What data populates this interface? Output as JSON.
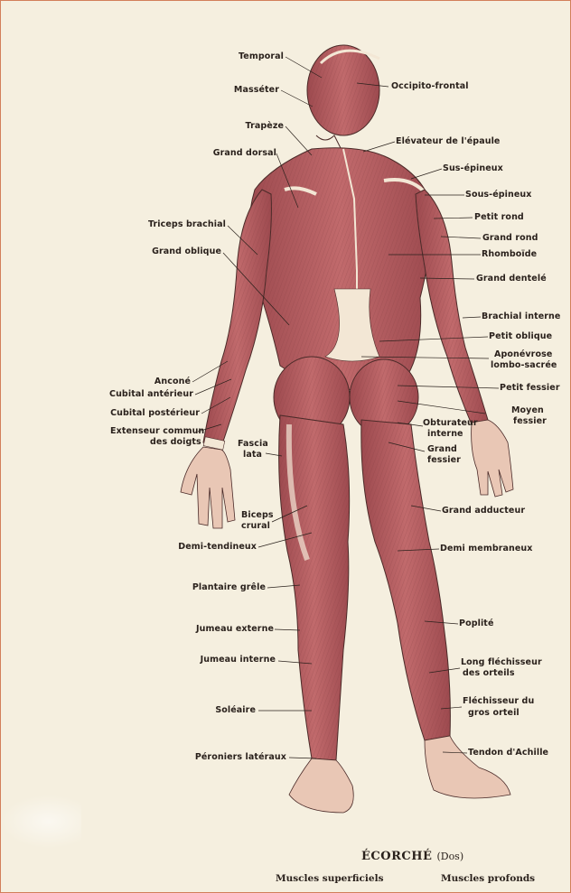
{
  "plate": {
    "title": "ÉCORCHÉ",
    "subtitle": "(Dos)",
    "caption_left": "Muscles superficiels",
    "caption_right": "Muscles profonds"
  },
  "colors": {
    "paper": "#f5efdf",
    "muscle": "#b45a5e",
    "muscle_light": "#d99a96",
    "tendon": "#f3e7d5",
    "ink": "#2a211c",
    "frame": "#d27f5a"
  },
  "labels_left": {
    "temporal": "Temporal",
    "masseter": "Masséter",
    "trapeze": "Trapèze",
    "grand_dorsal": "Grand dorsal",
    "triceps_brachial": "Triceps brachial",
    "grand_oblique": "Grand oblique",
    "ancone": "Anconé",
    "cubital_anterieur": "Cubital antérieur",
    "cubital_posterieur": "Cubital postérieur",
    "extenseur_1": "Extenseur commun",
    "extenseur_2": "des doigts",
    "fascia_1": "Fascia",
    "fascia_2": "lata",
    "biceps_1": "Biceps",
    "biceps_2": "crural",
    "demi_tendineux": "Demi-tendineux",
    "plantaire_grele": "Plantaire grêle",
    "jumeau_externe": "Jumeau externe",
    "jumeau_interne": "Jumeau interne",
    "soleaire": "Soléaire",
    "peroniers": "Péroniers latéraux"
  },
  "labels_right": {
    "occipito_frontal": "Occipito-frontal",
    "elevateur": "Elévateur de l'épaule",
    "sus_epineux": "Sus-épineux",
    "sous_epineux": "Sous-épineux",
    "petit_rond": "Petit rond",
    "grand_rond": "Grand rond",
    "rhomboide": "Rhomboïde",
    "grand_dentele": "Grand dentelé",
    "brachial_interne": "Brachial interne",
    "petit_oblique": "Petit oblique",
    "aponevrose_1": "Aponévrose",
    "aponevrose_2": "lombo-sacrée",
    "petit_fessier": "Petit fessier",
    "moyen_1": "Moyen",
    "moyen_2": "fessier",
    "obturateur_1": "Obturateur",
    "obturateur_2": "interne",
    "grand_fessier_1": "Grand",
    "grand_fessier_2": "fessier",
    "grand_adducteur": "Grand adducteur",
    "demi_membraneux": "Demi membraneux",
    "poplite": "Poplité",
    "long_flech_1": "Long fléchisseur",
    "long_flech_2": "des orteils",
    "flech_gros_1": "Fléchisseur du",
    "flech_gros_2": "gros orteil",
    "achille": "Tendon d'Achille"
  }
}
